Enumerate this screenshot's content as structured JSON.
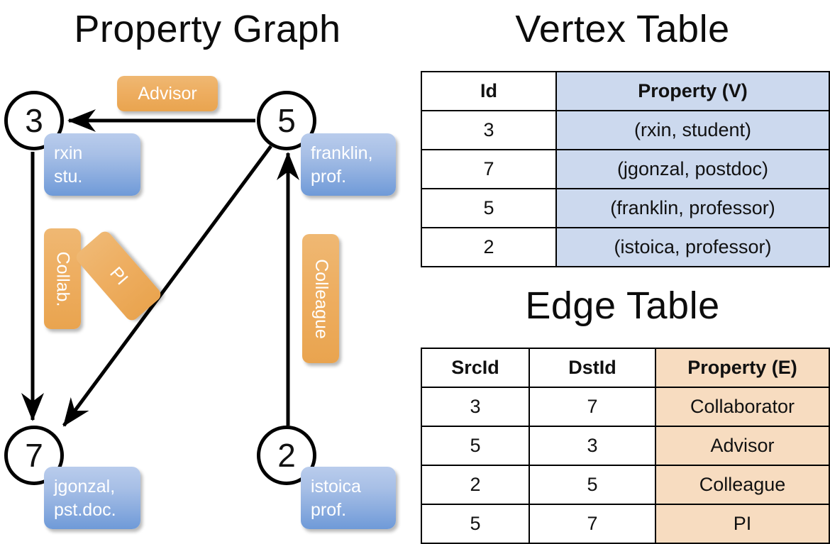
{
  "titles": {
    "property_graph": "Property Graph",
    "vertex_table": "Vertex Table",
    "edge_table": "Edge Table"
  },
  "graph": {
    "nodes": [
      {
        "id": "3",
        "label": "3",
        "property": "rxin\nstu."
      },
      {
        "id": "5",
        "label": "5",
        "property": "franklin,\nprof."
      },
      {
        "id": "7",
        "label": "7",
        "property": "jgonzal,\npst.doc."
      },
      {
        "id": "2",
        "label": "2",
        "property": "istoica\nprof."
      }
    ],
    "edges": [
      {
        "from": "5",
        "to": "3",
        "label": "Advisor"
      },
      {
        "from": "3",
        "to": "7",
        "label": "Collab."
      },
      {
        "from": "5",
        "to": "7",
        "label": "PI"
      },
      {
        "from": "2",
        "to": "5",
        "label": "Colleague"
      }
    ]
  },
  "vertex_table": {
    "columns": [
      "Id",
      "Property (V)"
    ],
    "rows": [
      {
        "id": "3",
        "property": "(rxin, student)"
      },
      {
        "id": "7",
        "property": "(jgonzal, postdoc)"
      },
      {
        "id": "5",
        "property": "(franklin, professor)"
      },
      {
        "id": "2",
        "property": "(istoica, professor)"
      }
    ]
  },
  "edge_table": {
    "columns": [
      "SrcId",
      "DstId",
      "Property (E)"
    ],
    "rows": [
      {
        "src": "3",
        "dst": "7",
        "property": "Collaborator"
      },
      {
        "src": "5",
        "dst": "3",
        "property": "Advisor"
      },
      {
        "src": "2",
        "dst": "5",
        "property": "Colleague"
      },
      {
        "src": "5",
        "dst": "7",
        "property": "PI"
      }
    ]
  },
  "colors": {
    "vertex_property_fill": "#ccd9ee",
    "edge_property_fill": "#f7dcc0",
    "node_box_blue": "#6f9ad8",
    "relation_box_orange": "#e9a44f",
    "stroke": "#000000",
    "background": "#ffffff"
  }
}
